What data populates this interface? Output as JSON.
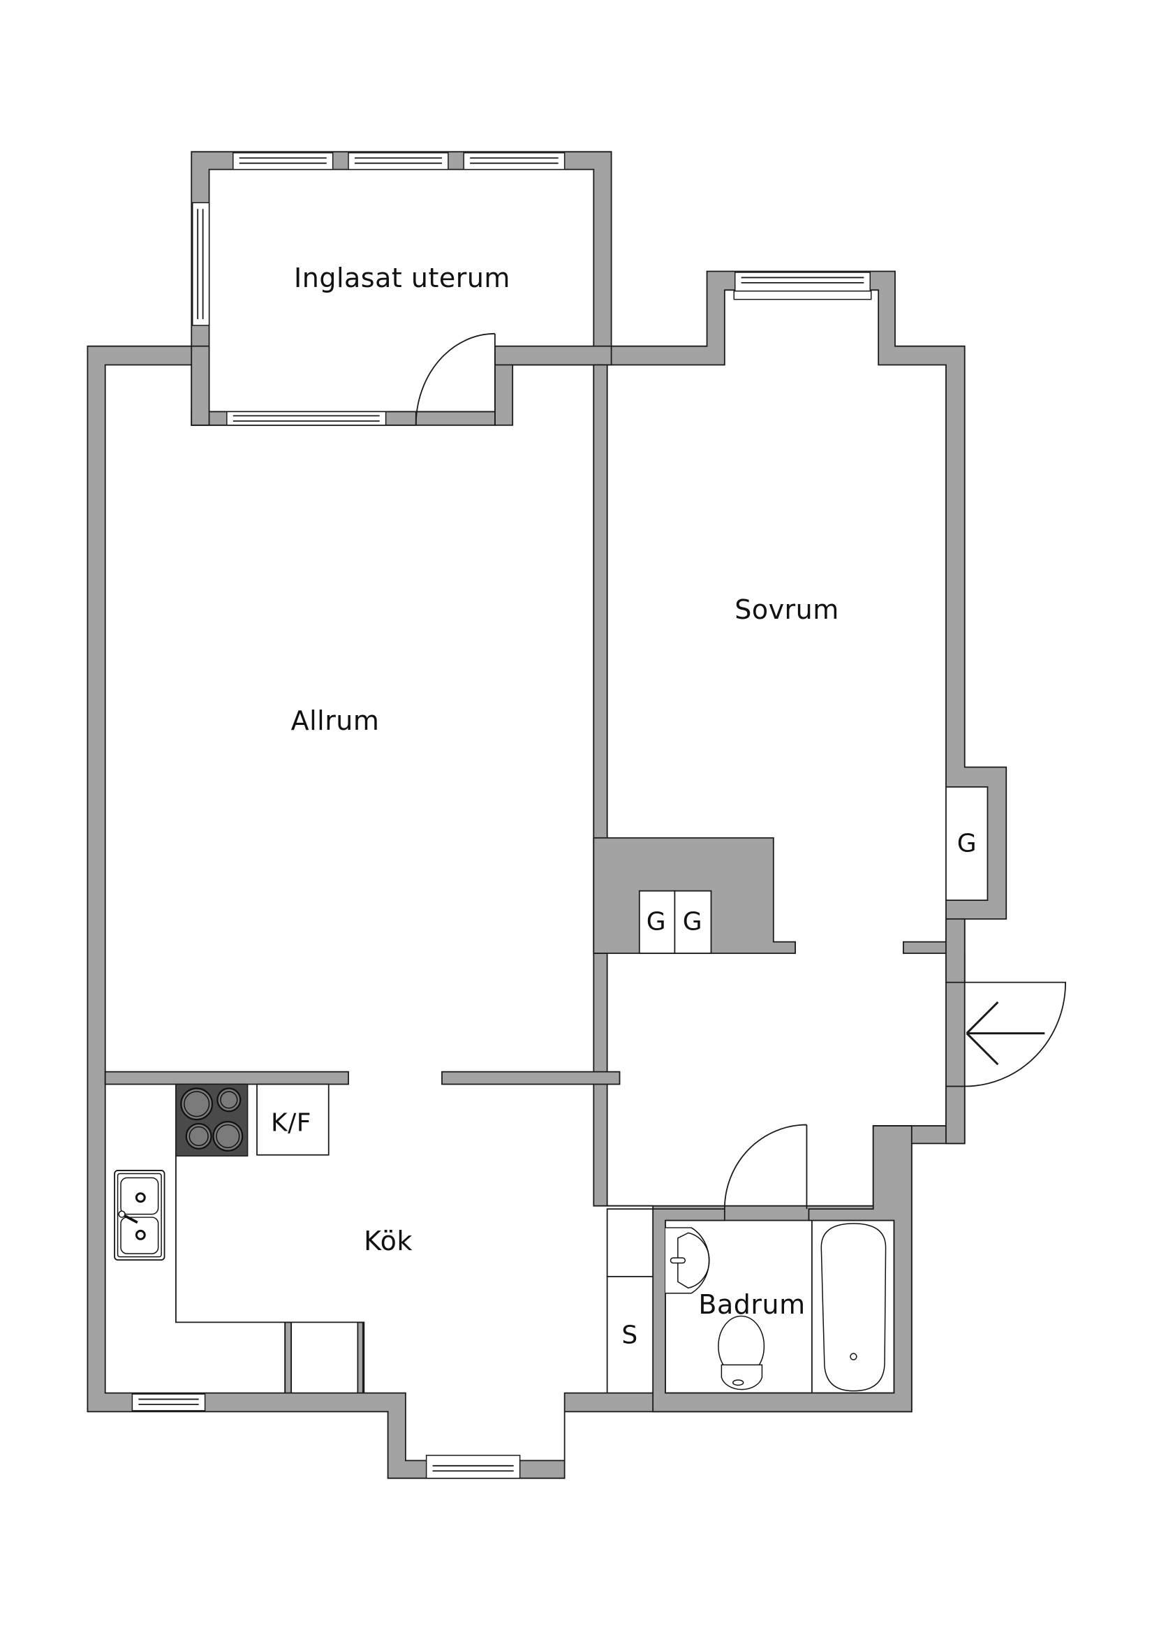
{
  "plan": {
    "colors": {
      "wall": "#a3a3a3",
      "stroke": "#1a1a1a",
      "stove": "#4a4a4a",
      "background": "#ffffff"
    },
    "rooms": [
      {
        "id": "uterum",
        "label": "Inglasat uterum"
      },
      {
        "id": "sovrum",
        "label": "Sovrum"
      },
      {
        "id": "allrum",
        "label": "Allrum"
      },
      {
        "id": "kok",
        "label": "Kök"
      },
      {
        "id": "badrum",
        "label": "Badrum"
      }
    ],
    "fixtures": {
      "wardrobe_1": "G",
      "wardrobe_2": "G",
      "wardrobe_3": "G",
      "fridge_freezer": "K/F",
      "cabinet": "S"
    },
    "icons": [
      "entrance-arrow-icon",
      "stove-icon",
      "sink-icon",
      "washbasin-icon",
      "toilet-icon",
      "bathtub-icon"
    ]
  }
}
